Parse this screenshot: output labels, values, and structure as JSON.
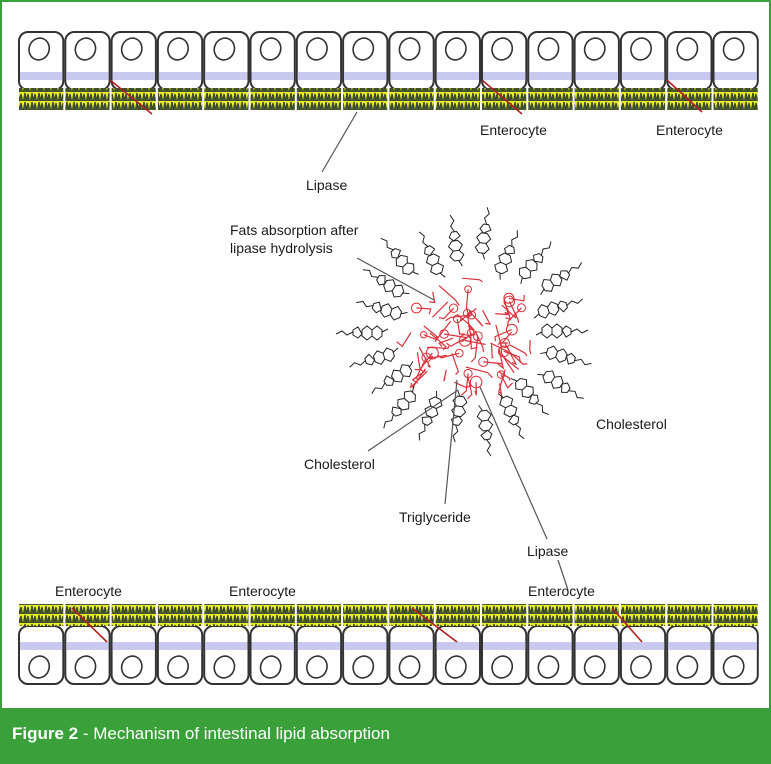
{
  "figure": {
    "number_label": "Figure 2",
    "separator": " - ",
    "caption_text": "Mechanism of intestinal lipid absorption"
  },
  "labels": {
    "lipase_top": "Lipase",
    "fats_absorption_line1": "Fats absorption after",
    "fats_absorption_line2": "lipase hydrolysis",
    "cholesterol_right": "Cholesterol",
    "cholesterol_left": "Cholesterol",
    "triglyceride": "Triglyceride",
    "lipase_bottom": "Lipase",
    "enterocyte_top_1": "Enterocyte",
    "enterocyte_top_2": "Enterocyte",
    "enterocyte_bottom_1": "Enterocyte",
    "enterocyte_bottom_2": "Enterocyte",
    "enterocyte_bottom_3": "Enterocyte"
  },
  "colors": {
    "frame_green": "#3aa13a",
    "brush_border_yellow": "#e8ee2a",
    "microvilli_dark": "#3b4a2c",
    "cell_band_lavender": "#c9c8ee",
    "triglyceride_red": "#d9303a",
    "cholesterol_dark": "#222222"
  }
}
